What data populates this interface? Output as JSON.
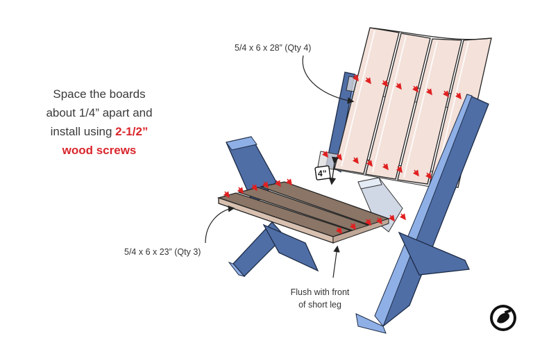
{
  "instruction": {
    "line1": "Space the boards",
    "line2": "about 1/4” apart and",
    "line3_prefix": "install using ",
    "line3_highlight": "2-1/2”",
    "line4_highlight": "wood screws"
  },
  "labels": {
    "back_boards": "5/4 x 6 x 28” (Qty 4)",
    "seat_boards": "5/4 x 6 x 23” (Qty 3)",
    "flush_line1": "Flush with front",
    "flush_line2": "of short leg",
    "spacing": "4”"
  },
  "colors": {
    "leg_blue": "#5e7fb8",
    "leg_edge": "#8fb0e6",
    "back_board": "#f3e1da",
    "seat_board": "#8a7566",
    "screw_red": "#e02020",
    "highlight_red": "#d9262c"
  },
  "icons": {
    "logo": "woodworker-logo-icon"
  }
}
